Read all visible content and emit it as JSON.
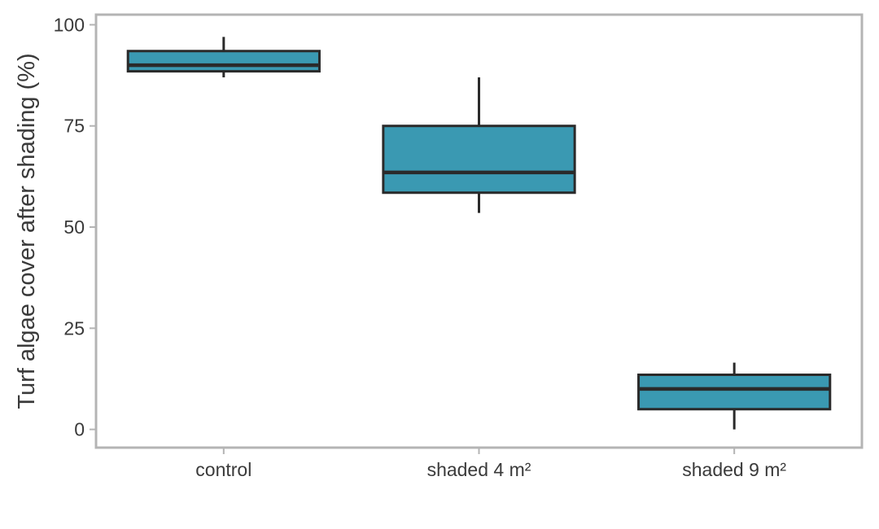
{
  "chart_data": {
    "type": "box",
    "title": "",
    "xlabel": "",
    "ylabel": "Turf algae cover after shading (%)",
    "ylim": [
      -4.5,
      102.5
    ],
    "yticks": [
      0,
      25,
      50,
      75,
      100
    ],
    "ytick_labels": [
      "0",
      "25",
      "50",
      "75",
      "100"
    ],
    "grid": false,
    "categories": [
      "control",
      "shaded 4 m²",
      "shaded 9 m²"
    ],
    "boxes": [
      {
        "category": "control",
        "whisker_low": 87,
        "q1": 88.5,
        "median": 90,
        "q3": 93.5,
        "whisker_high": 97
      },
      {
        "category": "shaded 4 m²",
        "whisker_low": 53.5,
        "q1": 58.5,
        "median": 63.5,
        "q3": 75,
        "whisker_high": 87
      },
      {
        "category": "shaded 9 m²",
        "whisker_low": 0,
        "q1": 5,
        "median": 10,
        "q3": 13.5,
        "whisker_high": 16.5
      }
    ],
    "colors": {
      "box_fill": "#3a99b2",
      "box_edge": "#2a2a2a",
      "frame": "#b4b4b4",
      "text": "#3a3a3a"
    }
  }
}
